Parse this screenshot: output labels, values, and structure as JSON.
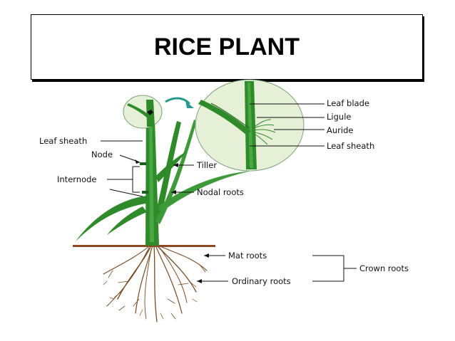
{
  "title": "RICE PLANT",
  "labels": {
    "leaf_sheath_left": "Leaf sheath",
    "node": "Node",
    "internode": "Internode",
    "tiller": "Tiller",
    "nodal_roots": "Nodal roots",
    "leaf_blade": "Leaf blade",
    "ligule": "Ligule",
    "auricle": "Auride",
    "leaf_sheath_right": "Leaf sheath",
    "mat_roots": "Mat roots",
    "ordinary_roots": "Ordinary roots",
    "crown_roots": "Crown roots"
  },
  "colors": {
    "leaf_green": "#2f8a2a",
    "dark_green": "#1d5e1c",
    "zoom_fill": "#e6f0d6",
    "soil": "#8b4a22",
    "roots": "#7a4a22",
    "arrow_teal": "#2a9a8e"
  }
}
